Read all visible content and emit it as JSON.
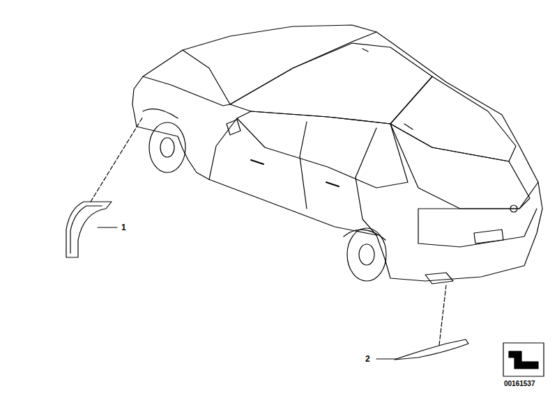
{
  "diagram": {
    "labels": [
      "1",
      "2",
      "00161537"
    ]
  }
}
